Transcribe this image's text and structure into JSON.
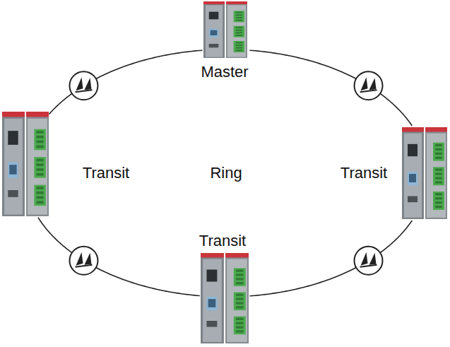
{
  "diagram": {
    "nodes": [
      {
        "text": [
          "Master"
        ]
      },
      {
        "text": [
          "Transit"
        ]
      },
      {
        "text": [
          "Transit"
        ]
      },
      {
        "text": [
          "Transit"
        ]
      }
    ],
    "edges": [
      {
        "from": 0,
        "to": 2,
        "arrow": "none"
      },
      {
        "from": 2,
        "to": 3,
        "arrow": "none"
      },
      {
        "from": 3,
        "to": 1,
        "arrow": "none"
      },
      {
        "from": 1,
        "to": 0,
        "arrow": "none"
      }
    ],
    "labels": [
      "Ring"
    ]
  }
}
